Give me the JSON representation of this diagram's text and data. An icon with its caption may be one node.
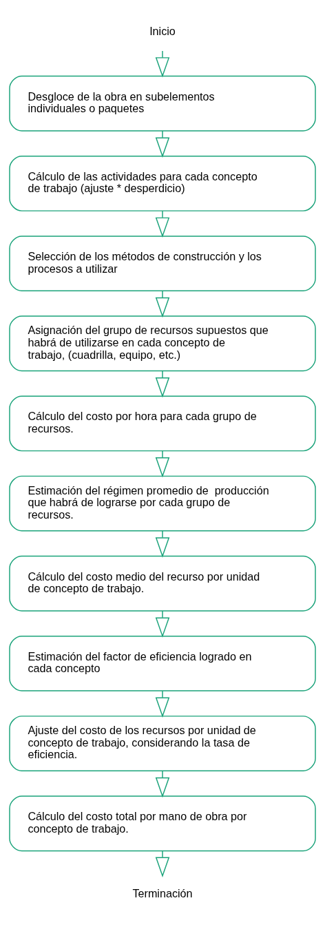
{
  "diagram": {
    "nodes": [
      {
        "text": [
          "Inicio"
        ]
      },
      {
        "text": [
          "Desgloce de la obra en subelementos individuales o paquetes"
        ]
      },
      {
        "text": [
          "Cálculo de las actividades para cada concepto de trabajo (ajuste * desperdicio)"
        ]
      },
      {
        "text": [
          "Selección de los métodos de construcción y los procesos a utilizar"
        ]
      },
      {
        "text": [
          "Asignación del grupo de recursos supuestos que habrá de utilizarse en cada concepto de trabajo, (cuadrilla, equipo, etc.)"
        ]
      },
      {
        "text": [
          "Cálculo del costo por hora para cada grupo de recursos."
        ]
      },
      {
        "text": [
          "Estimación del régimen promedio de  producción que habrá de lograrse por cada grupo de recursos."
        ]
      },
      {
        "text": [
          "Cálculo del costo medio del recurso por unidad de concepto de trabajo."
        ]
      },
      {
        "text": [
          "Estimación del factor de eficiencia logrado en cada concepto"
        ]
      },
      {
        "text": [
          "Ajuste del costo de los recursos por unidad de concepto de trabajo, considerando la tasa de eficiencia."
        ]
      },
      {
        "text": [
          "Cálculo del costo total por mano de obra por concepto de trabajo."
        ]
      },
      {
        "text": [
          "Terminación"
        ]
      }
    ],
    "edges": [
      {
        "from": 0,
        "to": 1,
        "arrow": "to"
      },
      {
        "from": 1,
        "to": 2,
        "arrow": "to"
      },
      {
        "from": 2,
        "to": 3,
        "arrow": "to"
      },
      {
        "from": 3,
        "to": 4,
        "arrow": "to"
      },
      {
        "from": 4,
        "to": 5,
        "arrow": "to"
      },
      {
        "from": 5,
        "to": 6,
        "arrow": "to"
      },
      {
        "from": 6,
        "to": 7,
        "arrow": "to"
      },
      {
        "from": 7,
        "to": 8,
        "arrow": "to"
      },
      {
        "from": 8,
        "to": 9,
        "arrow": "to"
      },
      {
        "from": 9,
        "to": 10,
        "arrow": "to"
      },
      {
        "from": 10,
        "to": 11,
        "arrow": "to"
      }
    ]
  }
}
